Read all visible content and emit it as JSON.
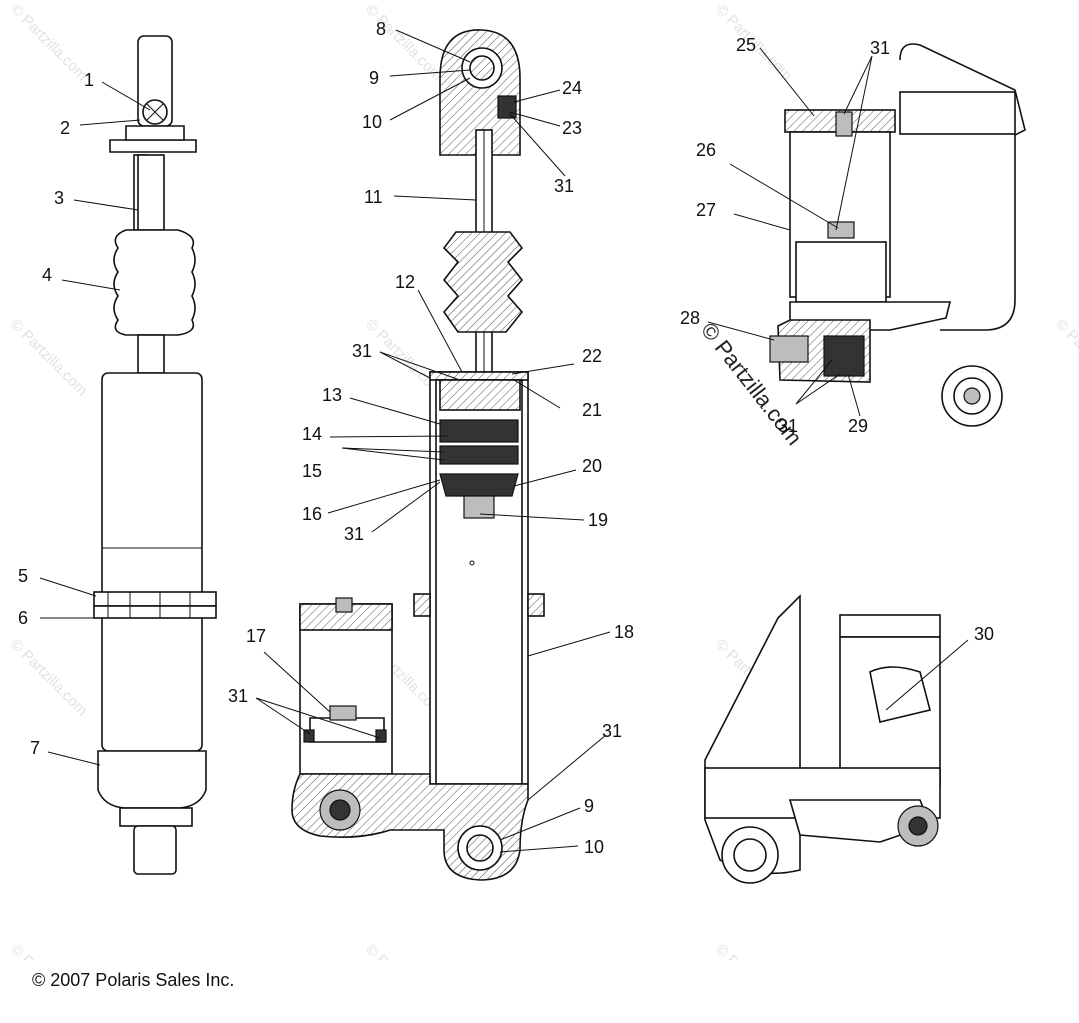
{
  "copyright": "© 2007 Polaris Sales Inc.",
  "watermark_text": "© Partzilla.com",
  "callouts": {
    "c1": "1",
    "c2": "2",
    "c3": "3",
    "c4": "4",
    "c5": "5",
    "c6": "6",
    "c7": "7",
    "c8": "8",
    "c9a": "9",
    "c10a": "10",
    "c11": "11",
    "c12": "12",
    "c13": "13",
    "c14": "14",
    "c15": "15",
    "c16": "16",
    "c17": "17",
    "c18": "18",
    "c19": "19",
    "c20": "20",
    "c21": "21",
    "c22": "22",
    "c23": "23",
    "c24": "24",
    "c25": "25",
    "c26": "26",
    "c27": "27",
    "c28": "28",
    "c29": "29",
    "c30": "30",
    "c31a": "31",
    "c31b": "31",
    "c31c": "31",
    "c31d": "31",
    "c31e": "31",
    "c31f": "31",
    "c31g": "31",
    "c9b": "9",
    "c10b": "10"
  },
  "colors": {
    "line": "#111111",
    "hatch": "#555555",
    "watermark": "#e2e2e2"
  }
}
